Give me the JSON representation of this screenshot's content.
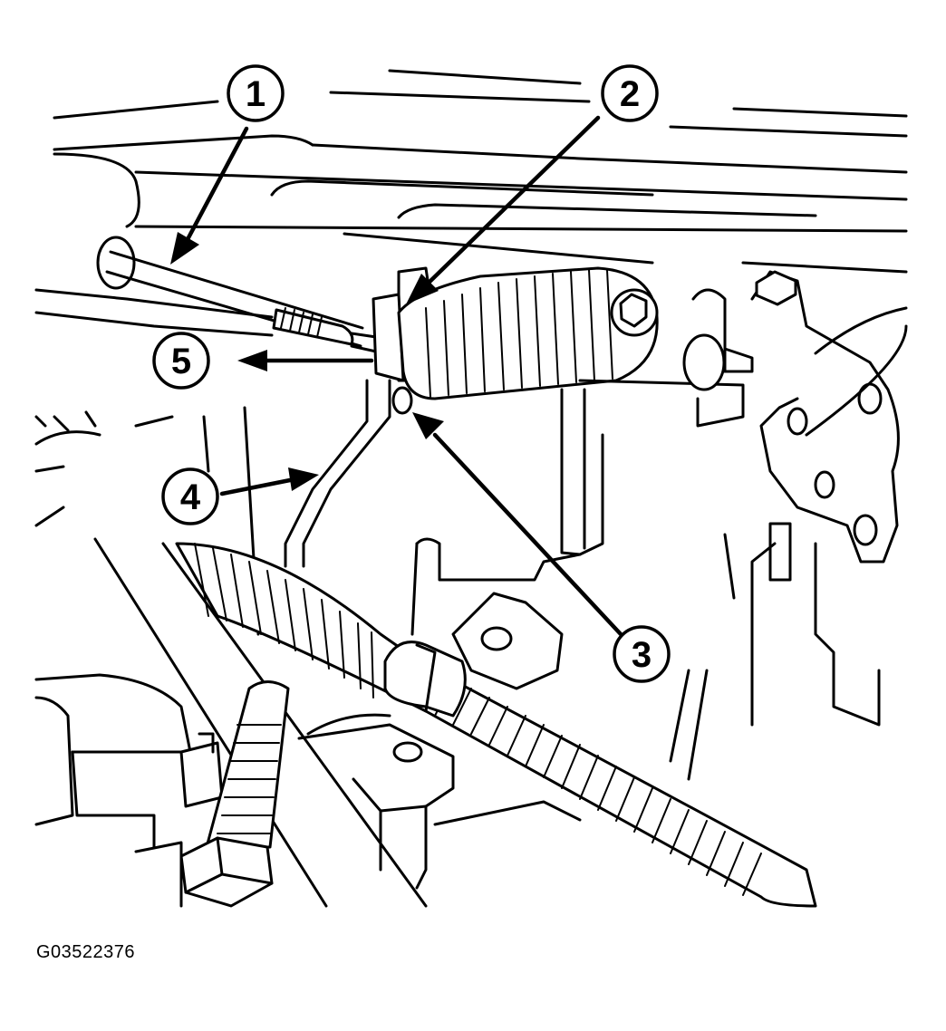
{
  "figure_code": "G03522376",
  "callouts": [
    {
      "label": "1"
    },
    {
      "label": "2"
    },
    {
      "label": "3"
    },
    {
      "label": "4"
    },
    {
      "label": "5"
    }
  ],
  "colors": {
    "line": "#000000",
    "background": "#ffffff"
  }
}
